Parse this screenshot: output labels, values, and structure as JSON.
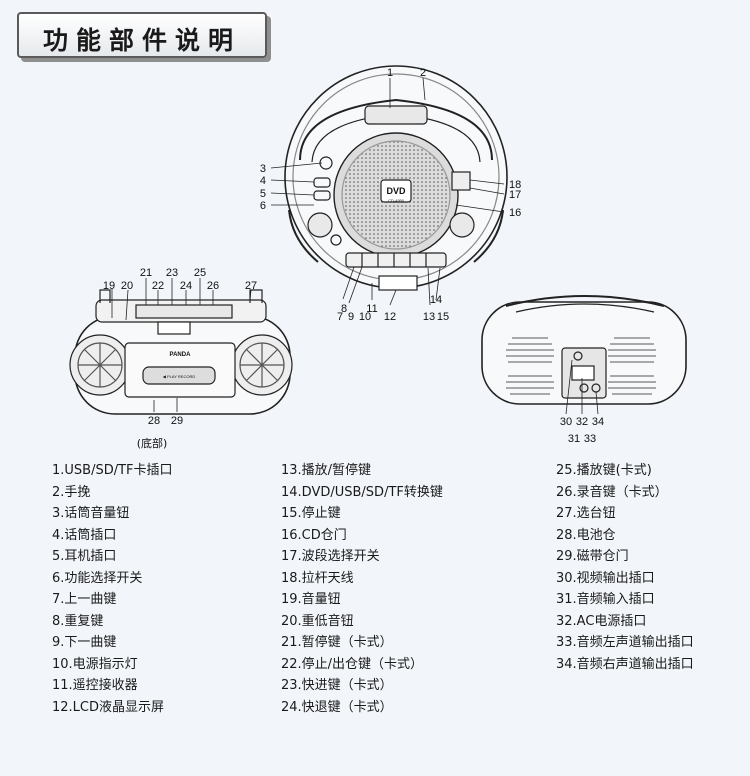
{
  "title": "功能部件说明",
  "bottom_label": "(底部)",
  "dvd_logo": "DVD",
  "dvd_sub": "CD-4950",
  "brand": "PANDA",
  "cassette_label": "◀ PLAY RECORD",
  "callouts": [
    "1",
    "2",
    "3",
    "4",
    "5",
    "6",
    "7",
    "8",
    "9",
    "10",
    "11",
    "12",
    "13",
    "14",
    "15",
    "16",
    "17",
    "18",
    "19",
    "20",
    "21",
    "22",
    "23",
    "24",
    "25",
    "26",
    "27",
    "28",
    "29",
    "30",
    "31",
    "32",
    "33",
    "34"
  ],
  "legend": {
    "col1": [
      "1.USB/SD/TF卡插口",
      "2.手挽",
      "3.话筒音量钮",
      "4.话筒插口",
      "5.耳机插口",
      "6.功能选择开关",
      "7.上一曲键",
      "8.重复键",
      "9.下一曲键",
      "10.电源指示灯",
      "11.遥控接收器",
      "12.LCD液晶显示屏"
    ],
    "col2": [
      "13.播放/暂停键",
      "14.DVD/USB/SD/TF转换键",
      "15.停止键",
      "16.CD仓门",
      "17.波段选择开关",
      "18.拉杆天线",
      "19.音量钮",
      "20.重低音钮",
      "21.暂停键（卡式）",
      "22.停止/出仓键（卡式）",
      "23.快进键（卡式）",
      "24.快退键（卡式）"
    ],
    "col3": [
      "25.播放键(卡式)",
      "26.录音键（卡式）",
      "27.选台钮",
      "28.电池仓",
      "29.磁带仓门",
      "30.视频输出插口",
      "31.音频输入插口",
      "32.AC电源插口",
      "33.音频左声道输出插口",
      "34.音频右声道输出插口"
    ]
  }
}
